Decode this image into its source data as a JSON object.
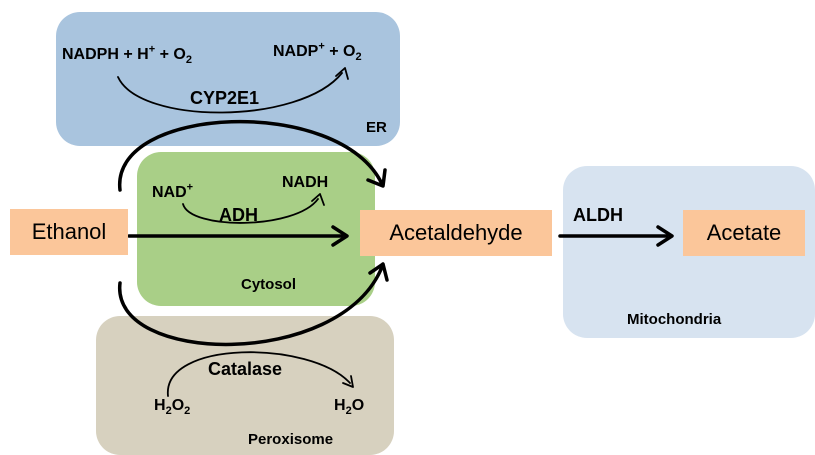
{
  "compartments": {
    "er": "ER",
    "cytosol": "Cytosol",
    "mitochondria": "Mitochondria",
    "peroxisome": "Peroxisome"
  },
  "molecules": {
    "ethanol": "Ethanol",
    "acetaldehyde": "Acetaldehyde",
    "acetate": "Acetate"
  },
  "enzymes": {
    "cyp2e1": "CYP2E1",
    "adh": "ADH",
    "aldh": "ALDH",
    "catalase": "Catalase"
  },
  "cofactors": {
    "er_in": {
      "t1": "NADPH + H",
      "sup": "+",
      "t2": " + O",
      "sub": "2"
    },
    "er_out": {
      "t1": "NADP",
      "sup": "+",
      "t2": " + O",
      "sub": "2"
    },
    "cyt_in": {
      "t1": "NAD",
      "sup": "+"
    },
    "cyt_out": "NADH",
    "perox_in": {
      "t1": "H",
      "sub1": "2",
      "t2": "O",
      "sub2": "2"
    },
    "perox_out": {
      "t1": "H",
      "sub": "2",
      "t2": "O"
    }
  },
  "colors": {
    "er": "#a9c4de",
    "cytosol": "#a9cf87",
    "mitochondria": "#d7e3f0",
    "peroxisome": "#d7d1bf",
    "molecule_box": "#fbc69a"
  }
}
